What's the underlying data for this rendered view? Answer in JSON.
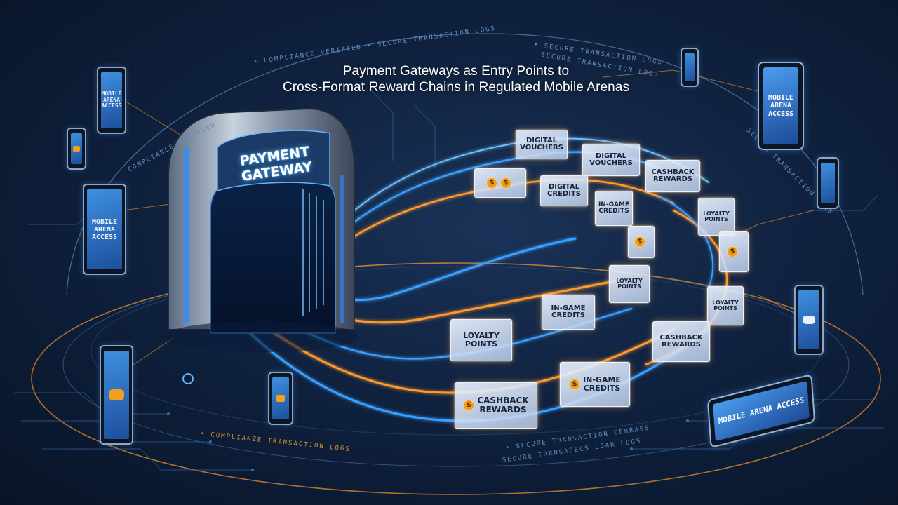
{
  "title": {
    "line1": "Payment Gateways as Entry Points to",
    "line2": "Cross-Format Reward Chains in Regulated Mobile Arenas"
  },
  "gateway": {
    "label_line1": "PAYMENT",
    "label_line2": "GATEWAY"
  },
  "arc_labels": {
    "top": "• Compliance Verified • Secure Transaction Logs",
    "top_left": "Compliance Verified",
    "top_right1": "• Secure Transaction Logs",
    "top_right2": "Secure Transaction Logs",
    "right": "Secure Transaction Logs",
    "bottom_left": "• Complianze Transaction Logs",
    "bottom_right1": "• Secure Transaction Cerraes",
    "bottom_right2": "Secure Transaeecs Loar Logs"
  },
  "cards": [
    {
      "id": "digital-vouchers-1",
      "line1": "Digital",
      "line2": "Vouchers"
    },
    {
      "id": "digital-vouchers-2",
      "line1": "Digital",
      "line2": "Vouchers"
    },
    {
      "id": "digital-credits",
      "line1": "Digital",
      "line2": "Credits"
    },
    {
      "id": "in-game-credits-top",
      "line1": "In-Game",
      "line2": "Credits"
    },
    {
      "id": "cashback-rewards-top",
      "line1": "Cashback",
      "line2": "Rewards"
    },
    {
      "id": "loyalty-points-right",
      "line1": "Loyalty",
      "line2": "Points"
    },
    {
      "id": "loyalty-points-mid",
      "line1": "Loyalty",
      "line2": "Points"
    },
    {
      "id": "in-game-credits-mid",
      "line1": "In-Game",
      "line2": "Credits"
    },
    {
      "id": "loyalty-points-front",
      "line1": "Loyalty",
      "line2": "Points"
    },
    {
      "id": "cashback-rewards-front",
      "line1": "Cashback",
      "line2": "Rewards"
    },
    {
      "id": "in-game-credits-front",
      "line1": "In-Game",
      "line2": "Credits"
    },
    {
      "id": "cashback-rewards-right",
      "line1": "Cashback",
      "line2": "Rewards"
    },
    {
      "id": "loyalty-points-far",
      "line1": "Loyalty",
      "line2": "Points"
    }
  ],
  "devices": {
    "phone_top_left": "Mobile Arena Access",
    "phone_left": "Mobile Arena Access",
    "tablet_right": "Mobile Arena Access",
    "tablet_bottom_right": "Mobile Arena Access"
  },
  "colors": {
    "accent_blue": "#3aa0ff",
    "accent_orange": "#ff9a2e",
    "background": "#0b1a33"
  }
}
